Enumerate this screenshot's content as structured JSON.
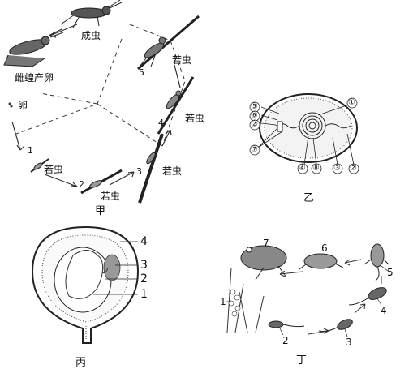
{
  "panel_jia": {
    "caption": "甲",
    "adult": "成虫",
    "female_laying": "雌蝗产卵",
    "egg": "卵",
    "nymph": "若虫",
    "stage_numbers": [
      "1",
      "2",
      "3",
      "4",
      "5"
    ]
  },
  "panel_yi": {
    "caption": "乙",
    "labels": [
      "①",
      "②",
      "③",
      "④",
      "⑤",
      "⑥",
      "⑦",
      "⑧"
    ]
  },
  "panel_bing": {
    "caption": "丙",
    "labels": [
      "1",
      "2",
      "3",
      "4"
    ]
  },
  "panel_ding": {
    "caption": "丁",
    "labels": [
      "1",
      "2",
      "3",
      "4",
      "5",
      "6",
      "7"
    ]
  }
}
